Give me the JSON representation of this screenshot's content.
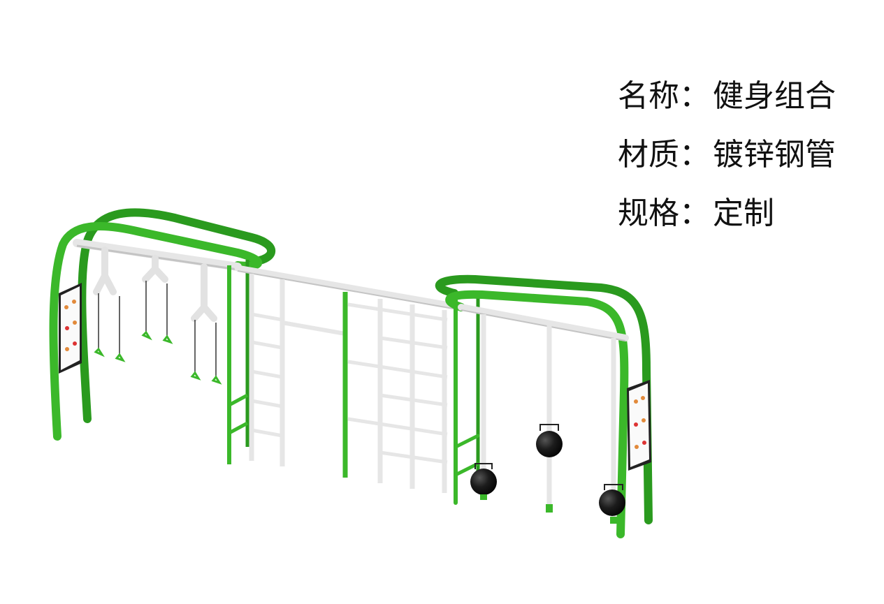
{
  "specs": {
    "name": {
      "label": "名称",
      "separator": "：",
      "value": "健身组合"
    },
    "material": {
      "label": "材质",
      "separator": "：",
      "value": "镀锌钢管"
    },
    "size": {
      "label": "规格",
      "separator": "：",
      "value": "定制"
    }
  },
  "colors": {
    "frame_green": "#3bb82a",
    "frame_green_dark": "#2a9a1e",
    "bar_white": "#e8e8e8",
    "bar_shadow": "#bdbdbd",
    "weight_black": "#151515",
    "text": "#111111",
    "background": "#ffffff"
  }
}
